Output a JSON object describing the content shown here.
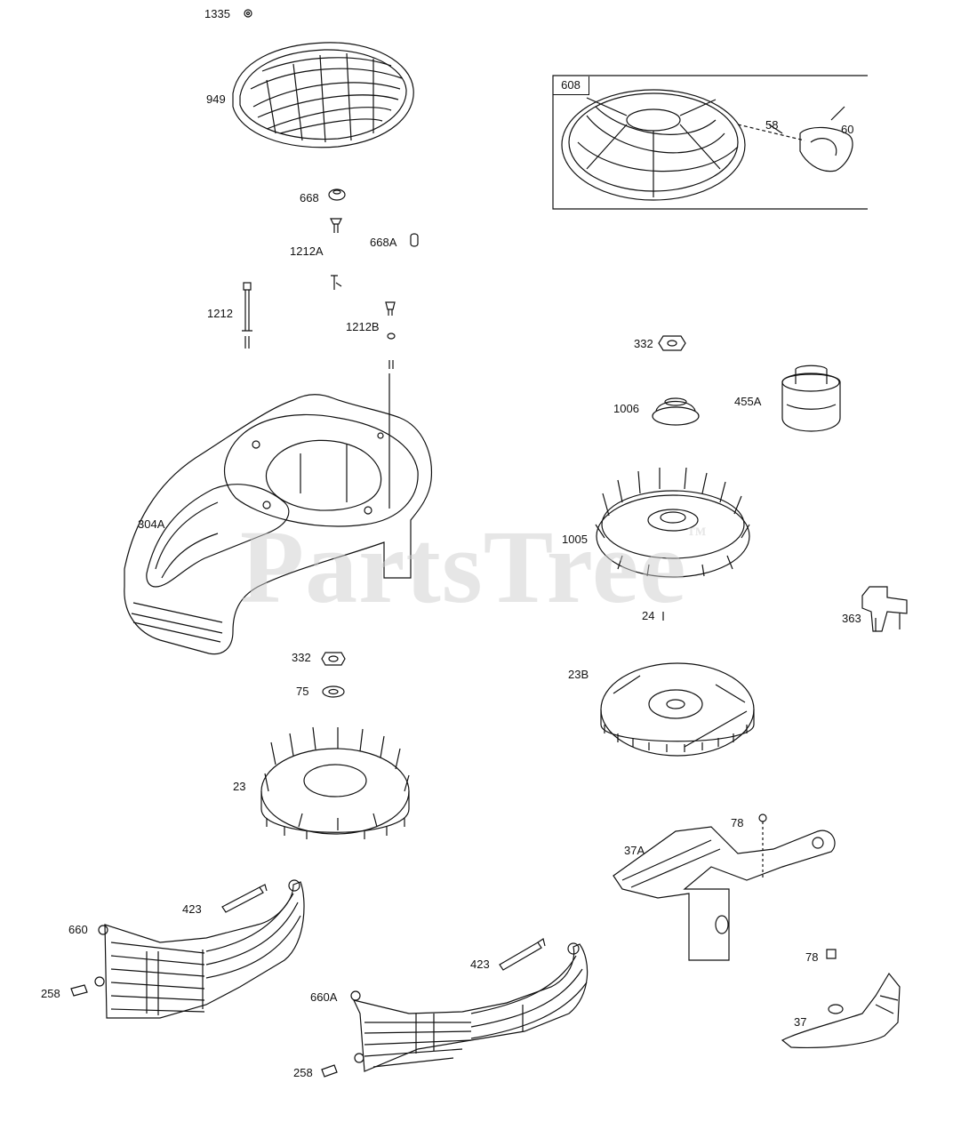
{
  "watermark": {
    "text": "PartsTree",
    "mark": "™",
    "color": "#cfcfcf"
  },
  "colors": {
    "line": "#111111",
    "background": "#ffffff"
  },
  "callouts": {
    "c1335": "1335",
    "c949": "949",
    "c608": "608",
    "c58": "58",
    "c60": "60",
    "c668": "668",
    "c1212A": "1212A",
    "c668A": "668A",
    "c1212": "1212",
    "c1212B": "1212B",
    "c332a": "332",
    "c1006": "1006",
    "c455A": "455A",
    "c304A": "304A",
    "c1005": "1005",
    "c24": "24",
    "c363": "363",
    "c332b": "332",
    "c75": "75",
    "c23B": "23B",
    "c23": "23",
    "c78a": "78",
    "c37A": "37A",
    "c423a": "423",
    "c660": "660",
    "c258a": "258",
    "c423b": "423",
    "c78b": "78",
    "c660A": "660A",
    "c258b": "258",
    "c37": "37"
  }
}
